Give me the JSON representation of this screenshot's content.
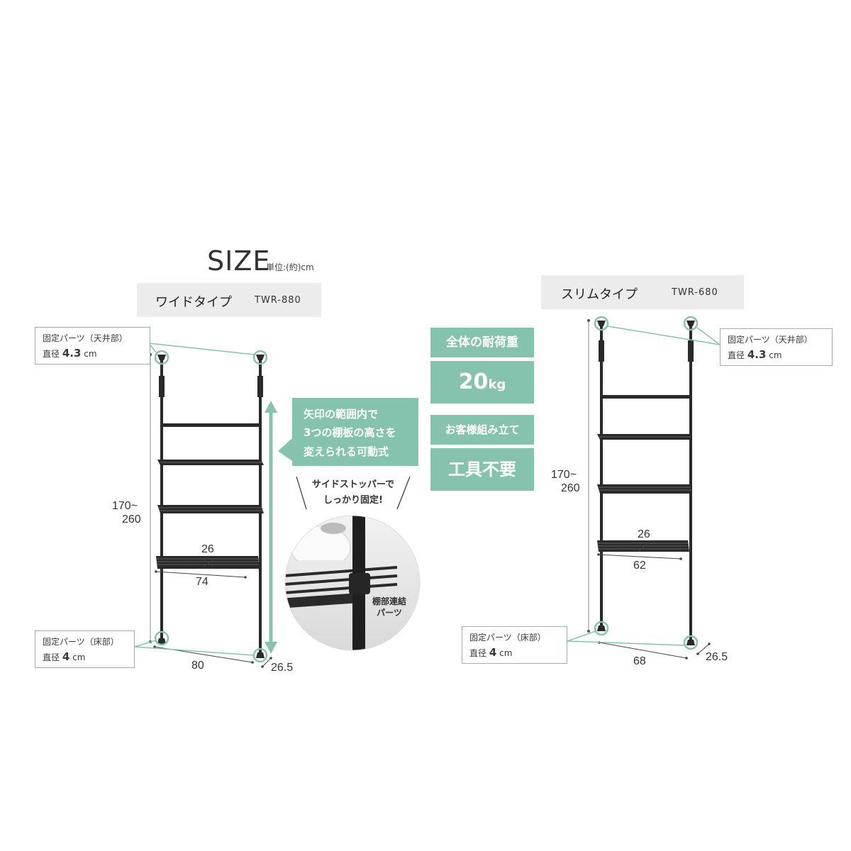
{
  "header": {
    "title": "SIZE",
    "unit": "単位:(約)cm"
  },
  "wide": {
    "type_name": "ワイドタイプ",
    "type_code": "TWR-880",
    "top_part_label": "固定パーツ（天井部）",
    "top_part_diameter_prefix": "直径",
    "top_part_diameter_value": "4.3",
    "top_part_diameter_unit": "cm",
    "bottom_part_label": "固定パーツ（床部）",
    "bottom_part_diameter_prefix": "直径",
    "bottom_part_diameter_value": "4",
    "bottom_part_diameter_unit": "cm",
    "height_line1": "170~",
    "height_line2": "260",
    "shelf_depth": "26",
    "shelf_width": "74",
    "base_width": "80",
    "base_depth": "26.5"
  },
  "slim": {
    "type_name": "スリムタイプ",
    "type_code": "TWR-680",
    "top_part_label": "固定パーツ（天井部）",
    "top_part_diameter_prefix": "直径",
    "top_part_diameter_value": "4.3",
    "top_part_diameter_unit": "cm",
    "bottom_part_label": "固定パーツ（床部）",
    "bottom_part_diameter_prefix": "直径",
    "bottom_part_diameter_value": "4",
    "bottom_part_diameter_unit": "cm",
    "height_line1": "170~",
    "height_line2": "260",
    "shelf_depth": "26",
    "shelf_width": "62",
    "base_width": "68",
    "base_depth": "26.5"
  },
  "adjust_note": {
    "line1": "矢印の範囲内で",
    "line2": "3つの棚板の高さを",
    "line3": "変えられる可動式"
  },
  "stopper_note": {
    "line1": "サイドストッパーで",
    "line2": "しっかり固定!"
  },
  "joint_label": {
    "line1": "棚部連結",
    "line2": "パーツ"
  },
  "load": {
    "label": "全体の耐荷重",
    "value": "20",
    "unit": "kg"
  },
  "assembly": {
    "label": "お客様組み立て",
    "value": "工具不要"
  },
  "colors": {
    "accent": "#86c3ae",
    "frame": "#2a2a2a",
    "panel": "#ececec"
  }
}
